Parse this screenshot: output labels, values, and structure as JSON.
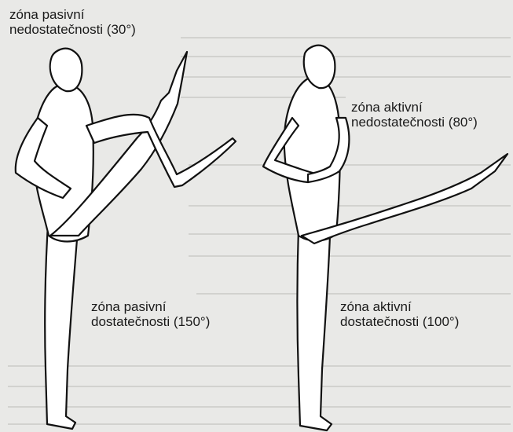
{
  "labels": {
    "passive_insufficiency": {
      "line1": "zóna pasivní",
      "line2": "nedostatečnosti (30°)"
    },
    "active_insufficiency": {
      "line1": "zóna aktivní",
      "line2": "nedostatečnosti (80°)"
    },
    "passive_sufficiency": {
      "line1": "zóna pasivní",
      "line2": "dostatečnosti (150°)"
    },
    "active_sufficiency": {
      "line1": "zóna aktivní",
      "line2": "dostatečnosti (100°)"
    }
  },
  "colors": {
    "background": "#e9e9e7",
    "line": "#111111",
    "figure_fill": "#ffffff"
  }
}
